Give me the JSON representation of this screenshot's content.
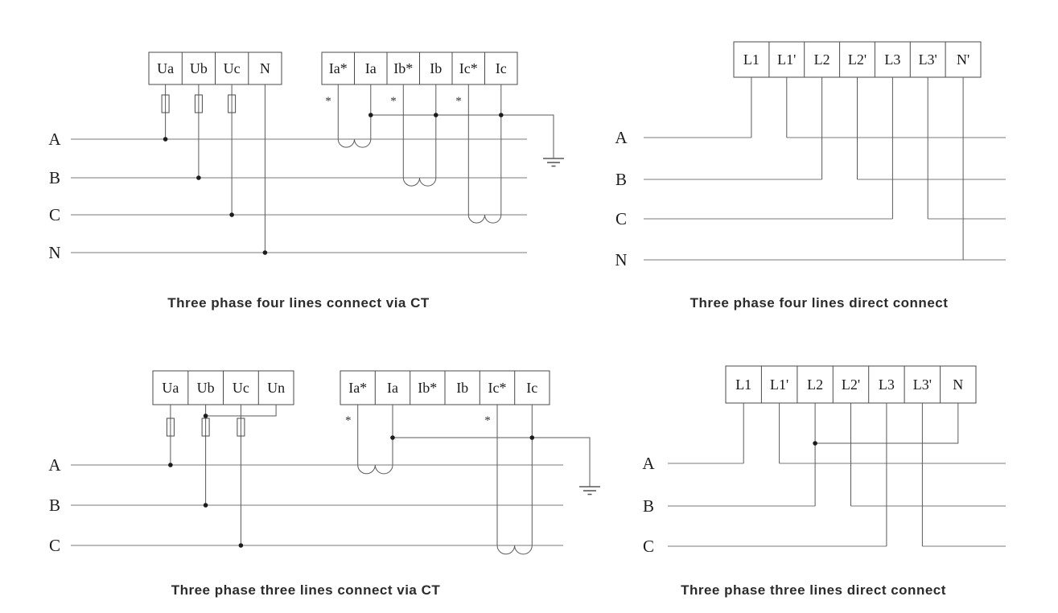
{
  "page": {
    "background": "#ffffff",
    "line_color": "#5a5a5a",
    "phase_line_color": "#7a7a7a",
    "text_color": "#1c1c1c",
    "caption_color": "#2b2b2b"
  },
  "diagrams": [
    {
      "id": "three-phase-four-lines-ct",
      "caption": "Three phase four lines connect via CT",
      "phase_labels": [
        "A",
        "B",
        "C",
        "N"
      ],
      "voltage_terminals": [
        "Ua",
        "Ub",
        "Uc",
        "N"
      ],
      "current_terminals": [
        "Ia*",
        "Ia",
        "Ib*",
        "Ib",
        "Ic*",
        "Ic"
      ],
      "polarity_marks": [
        "*",
        "*",
        "*"
      ],
      "icons": [
        "fuse-icon",
        "ct-coil-icon",
        "earth-ground-icon"
      ]
    },
    {
      "id": "three-phase-four-lines-direct",
      "caption": "Three phase four lines direct connect",
      "phase_labels": [
        "A",
        "B",
        "C",
        "N"
      ],
      "terminals": [
        "L1",
        "L1'",
        "L2",
        "L2'",
        "L3",
        "L3'",
        "N'"
      ]
    },
    {
      "id": "three-phase-three-lines-ct",
      "caption": "Three phase three lines connect via CT",
      "phase_labels": [
        "A",
        "B",
        "C"
      ],
      "voltage_terminals": [
        "Ua",
        "Ub",
        "Uc",
        "Un"
      ],
      "current_terminals": [
        "Ia*",
        "Ia",
        "Ib*",
        "Ib",
        "Ic*",
        "Ic"
      ],
      "polarity_marks": [
        "*",
        "*"
      ],
      "icons": [
        "fuse-icon",
        "ct-coil-icon",
        "earth-ground-icon"
      ]
    },
    {
      "id": "three-phase-three-lines-direct",
      "caption": "Three phase three lines direct connect",
      "phase_labels": [
        "A",
        "B",
        "C"
      ],
      "terminals": [
        "L1",
        "L1'",
        "L2",
        "L2'",
        "L3",
        "L3'",
        "N"
      ]
    }
  ]
}
